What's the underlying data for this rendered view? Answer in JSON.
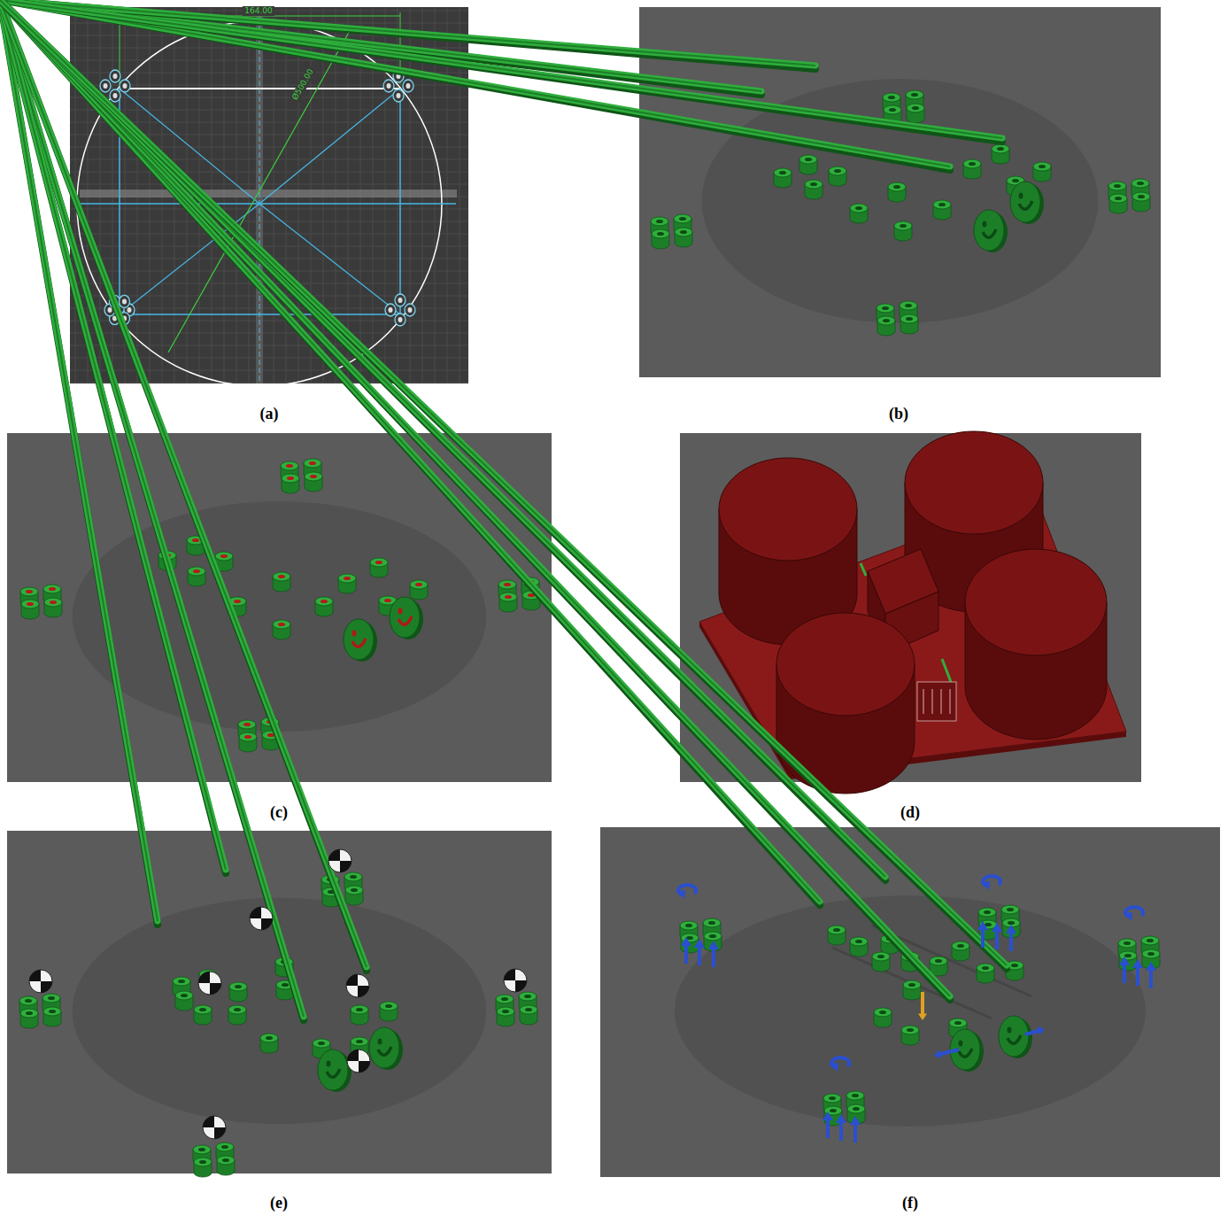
{
  "diagram": {
    "labels": [
      "164.00",
      "Ø500.00",
      "(a)",
      "(b)",
      "(c)",
      "(d)",
      "(e)",
      "(f)"
    ]
  }
}
